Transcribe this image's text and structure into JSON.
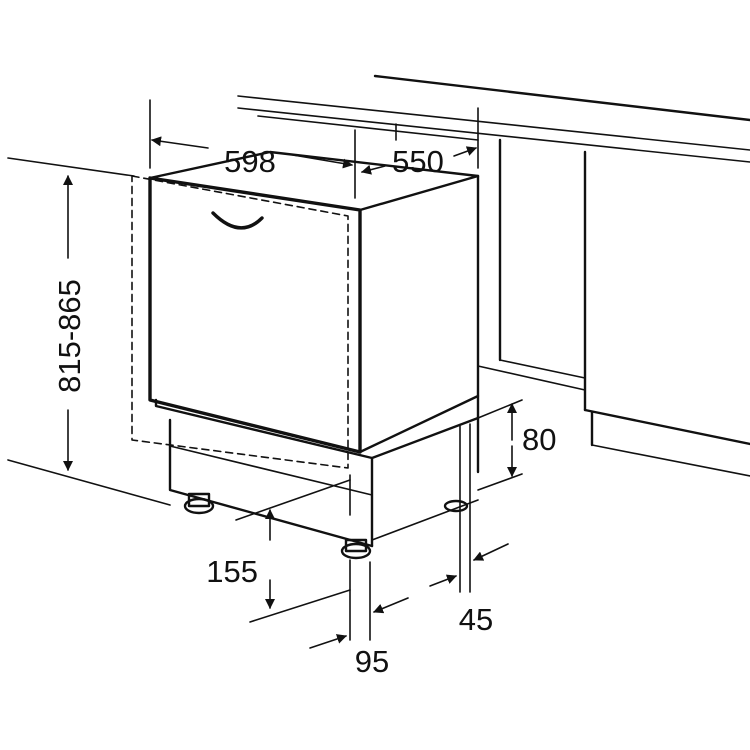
{
  "dimensions": {
    "width": "598",
    "depth": "550",
    "height_range": "815-865",
    "plinth_height": "80",
    "toe_kick": "155",
    "door_offset": "95",
    "side_gap": "45"
  }
}
